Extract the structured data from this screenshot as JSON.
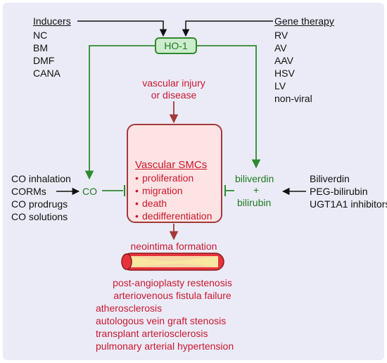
{
  "inducers": {
    "title": "Inducers",
    "items": [
      "NC",
      "BM",
      "DMF",
      "CANA"
    ]
  },
  "gene_therapy": {
    "title": "Gene therapy",
    "items": [
      "RV",
      "AV",
      "AAV",
      "HSV",
      "LV",
      "non-viral"
    ]
  },
  "ho1": "HO-1",
  "vascular_injury": [
    "vascular injury",
    "or disease"
  ],
  "smc": {
    "title": "Vascular SMCs",
    "bullets": [
      "proliferation",
      "migration",
      "death",
      "dedifferentiation"
    ]
  },
  "co_sources": [
    "CO inhalation",
    "CORMs",
    "CO prodrugs",
    "CO solutions"
  ],
  "co": "CO",
  "biliverdin_label": "biliverdin",
  "plus": "+",
  "bilirubin_label": "bilirubin",
  "bili_sources": [
    "Biliverdin",
    "PEG-bilirubin",
    "UGT1A1 inhibitors"
  ],
  "neointima": "neointima formation",
  "diseases": [
    "post-angioplasty restenosis",
    "arteriovenous fistula failure",
    "atherosclerosis",
    "autologous vein graft stenosis",
    "transplant arteriosclerosis",
    "pulmonary arterial hypertension"
  ],
  "colors": {
    "green": "#1e7a1e",
    "red": "#c8192f",
    "panel": "#ebebf7",
    "smc_fill": "#f0a35a"
  }
}
